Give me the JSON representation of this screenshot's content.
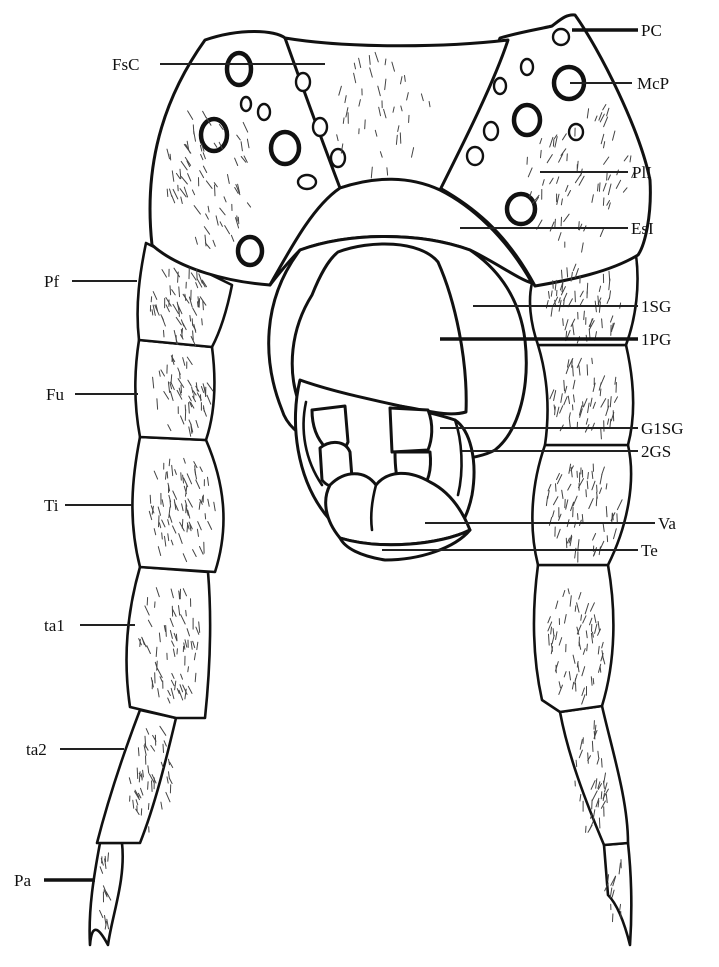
{
  "labels": {
    "pc": "PC",
    "fsc": "FsC",
    "mcp": "McP",
    "pli": "PlI",
    "esi": "EsI",
    "pf": "Pf",
    "sg1": "1SG",
    "pg1": "1PG",
    "fu": "Fu",
    "g1sg": "G1SG",
    "gs2": "2GS",
    "ti": "Ti",
    "va": "Va",
    "te": "Te",
    "ta1": "ta1",
    "ta2": "ta2",
    "pa": "Pa"
  },
  "colors": {
    "line": "#111111",
    "background": "#ffffff"
  }
}
